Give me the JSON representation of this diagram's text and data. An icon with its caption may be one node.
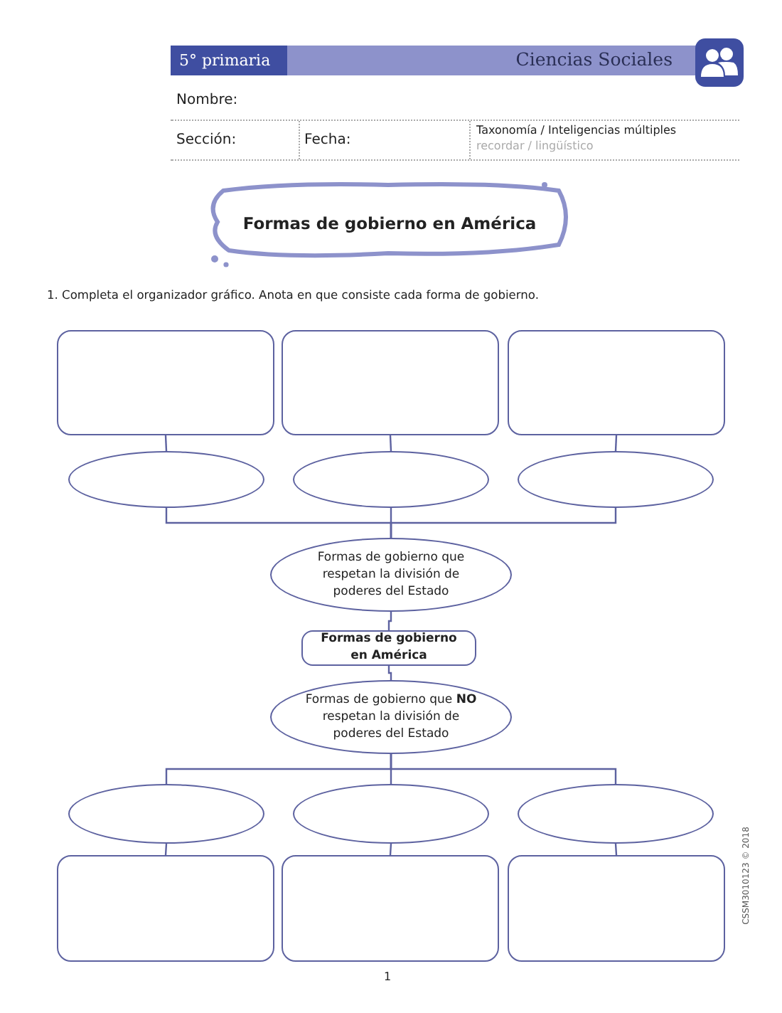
{
  "diagram": {
    "title": "Formas de gobierno en América",
    "nodes": [
      {
        "text": [],
        "shape": "box"
      },
      {
        "text": [],
        "shape": "box"
      },
      {
        "text": [],
        "shape": "box"
      },
      {
        "text": [],
        "shape": "ellipse"
      },
      {
        "text": [],
        "shape": "ellipse"
      },
      {
        "text": [],
        "shape": "ellipse"
      },
      {
        "text": [
          "Formas de gobierno que respetan la división de poderes del Estado"
        ]
      },
      {
        "text": [
          "Formas de gobierno en América"
        ]
      },
      {
        "text": [
          "Formas de gobierno que **NO** respetan la división de poderes del Estado"
        ]
      },
      {
        "text": [],
        "shape": "ellipse"
      },
      {
        "text": [],
        "shape": "ellipse"
      },
      {
        "text": [],
        "shape": "ellipse"
      },
      {
        "text": [],
        "shape": "box"
      },
      {
        "text": [],
        "shape": "box"
      },
      {
        "text": [],
        "shape": "box"
      }
    ],
    "edges": [
      {
        "from": 0,
        "to": 3,
        "arrow": "none"
      },
      {
        "from": 1,
        "to": 4,
        "arrow": "none"
      },
      {
        "from": 2,
        "to": 5,
        "arrow": "none"
      },
      {
        "from": 3,
        "to": 6,
        "arrow": "none"
      },
      {
        "from": 4,
        "to": 6,
        "arrow": "none"
      },
      {
        "from": 5,
        "to": 6,
        "arrow": "none"
      },
      {
        "from": 6,
        "to": 7,
        "arrow": "none"
      },
      {
        "from": 7,
        "to": 8,
        "arrow": "none"
      },
      {
        "from": 8,
        "to": 9,
        "arrow": "none"
      },
      {
        "from": 8,
        "to": 10,
        "arrow": "none"
      },
      {
        "from": 8,
        "to": 11,
        "arrow": "none"
      },
      {
        "from": 9,
        "to": 12,
        "arrow": "none"
      },
      {
        "from": 10,
        "to": 13,
        "arrow": "none"
      },
      {
        "from": 11,
        "to": 14,
        "arrow": "none"
      }
    ],
    "labels": [
      "5° primaria",
      "Ciencias Sociales",
      "Nombre:",
      "Sección:",
      "Fecha:",
      "Taxonomía / Inteligencias múltiples",
      "recordar / lingüístico",
      "1. Completa el organizador gráfico. Anota en que consiste cada forma de gobierno.",
      "1",
      "CSSM3010123 © 2018"
    ]
  }
}
